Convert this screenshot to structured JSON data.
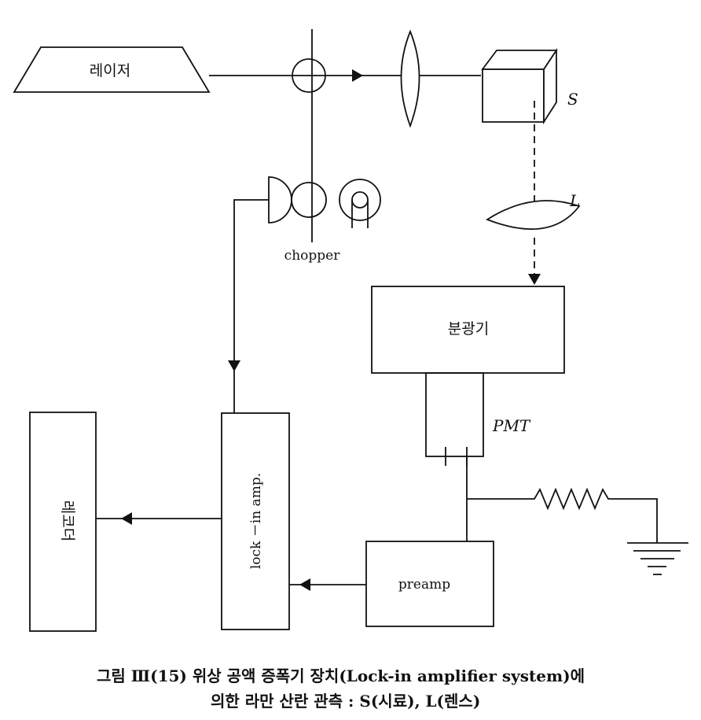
{
  "labels": {
    "laser": "레이저",
    "sample": "S",
    "lens": "L",
    "chopper": "chopper",
    "spectrometer": "분광기",
    "pmt": "PMT",
    "lockin": "lock －in amp.",
    "recorder": "레코더",
    "preamp": "preamp"
  },
  "caption": {
    "line1": "그림 Ⅲ(15)  위상 공액 증폭기 장치(Lock-in amplifier system)에",
    "line2": "의한 라만 산란 관측 : S(시료),  L(렌스)"
  }
}
